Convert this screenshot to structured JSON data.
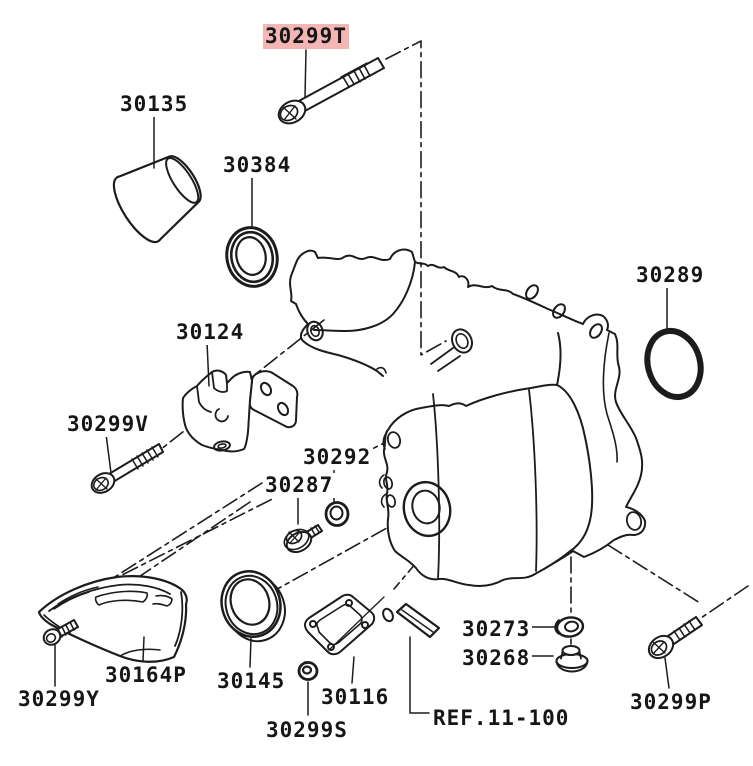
{
  "diagram": {
    "kind": "exploded-parts-diagram",
    "subject": "Transaxle case mounting parts diagram",
    "background_color": "#ffffff",
    "line_color": "#1c1c1c",
    "highlight_color": "#f3b6b4",
    "selected_part": "30299T"
  },
  "labels": {
    "l30299T": {
      "text": "30299T",
      "highlighted": true
    },
    "l30135": {
      "text": "30135",
      "highlighted": false
    },
    "l30384": {
      "text": "30384",
      "highlighted": false
    },
    "l30289": {
      "text": "30289",
      "highlighted": false
    },
    "l30124": {
      "text": "30124",
      "highlighted": false
    },
    "l30299V": {
      "text": "30299V",
      "highlighted": false
    },
    "l30292": {
      "text": "30292",
      "highlighted": false
    },
    "l30287": {
      "text": "30287",
      "highlighted": false
    },
    "l30164P": {
      "text": "30164P",
      "highlighted": false
    },
    "l30299Y": {
      "text": "30299Y",
      "highlighted": false
    },
    "l30145": {
      "text": "30145",
      "highlighted": false
    },
    "l30116": {
      "text": "30116",
      "highlighted": false
    },
    "l30299S": {
      "text": "30299S",
      "highlighted": false
    },
    "l30273": {
      "text": "30273",
      "highlighted": false
    },
    "l30268": {
      "text": "30268",
      "highlighted": false
    },
    "lREF": {
      "text": "REF.11-100",
      "highlighted": false
    },
    "l30299P": {
      "text": "30299P",
      "highlighted": false
    }
  }
}
